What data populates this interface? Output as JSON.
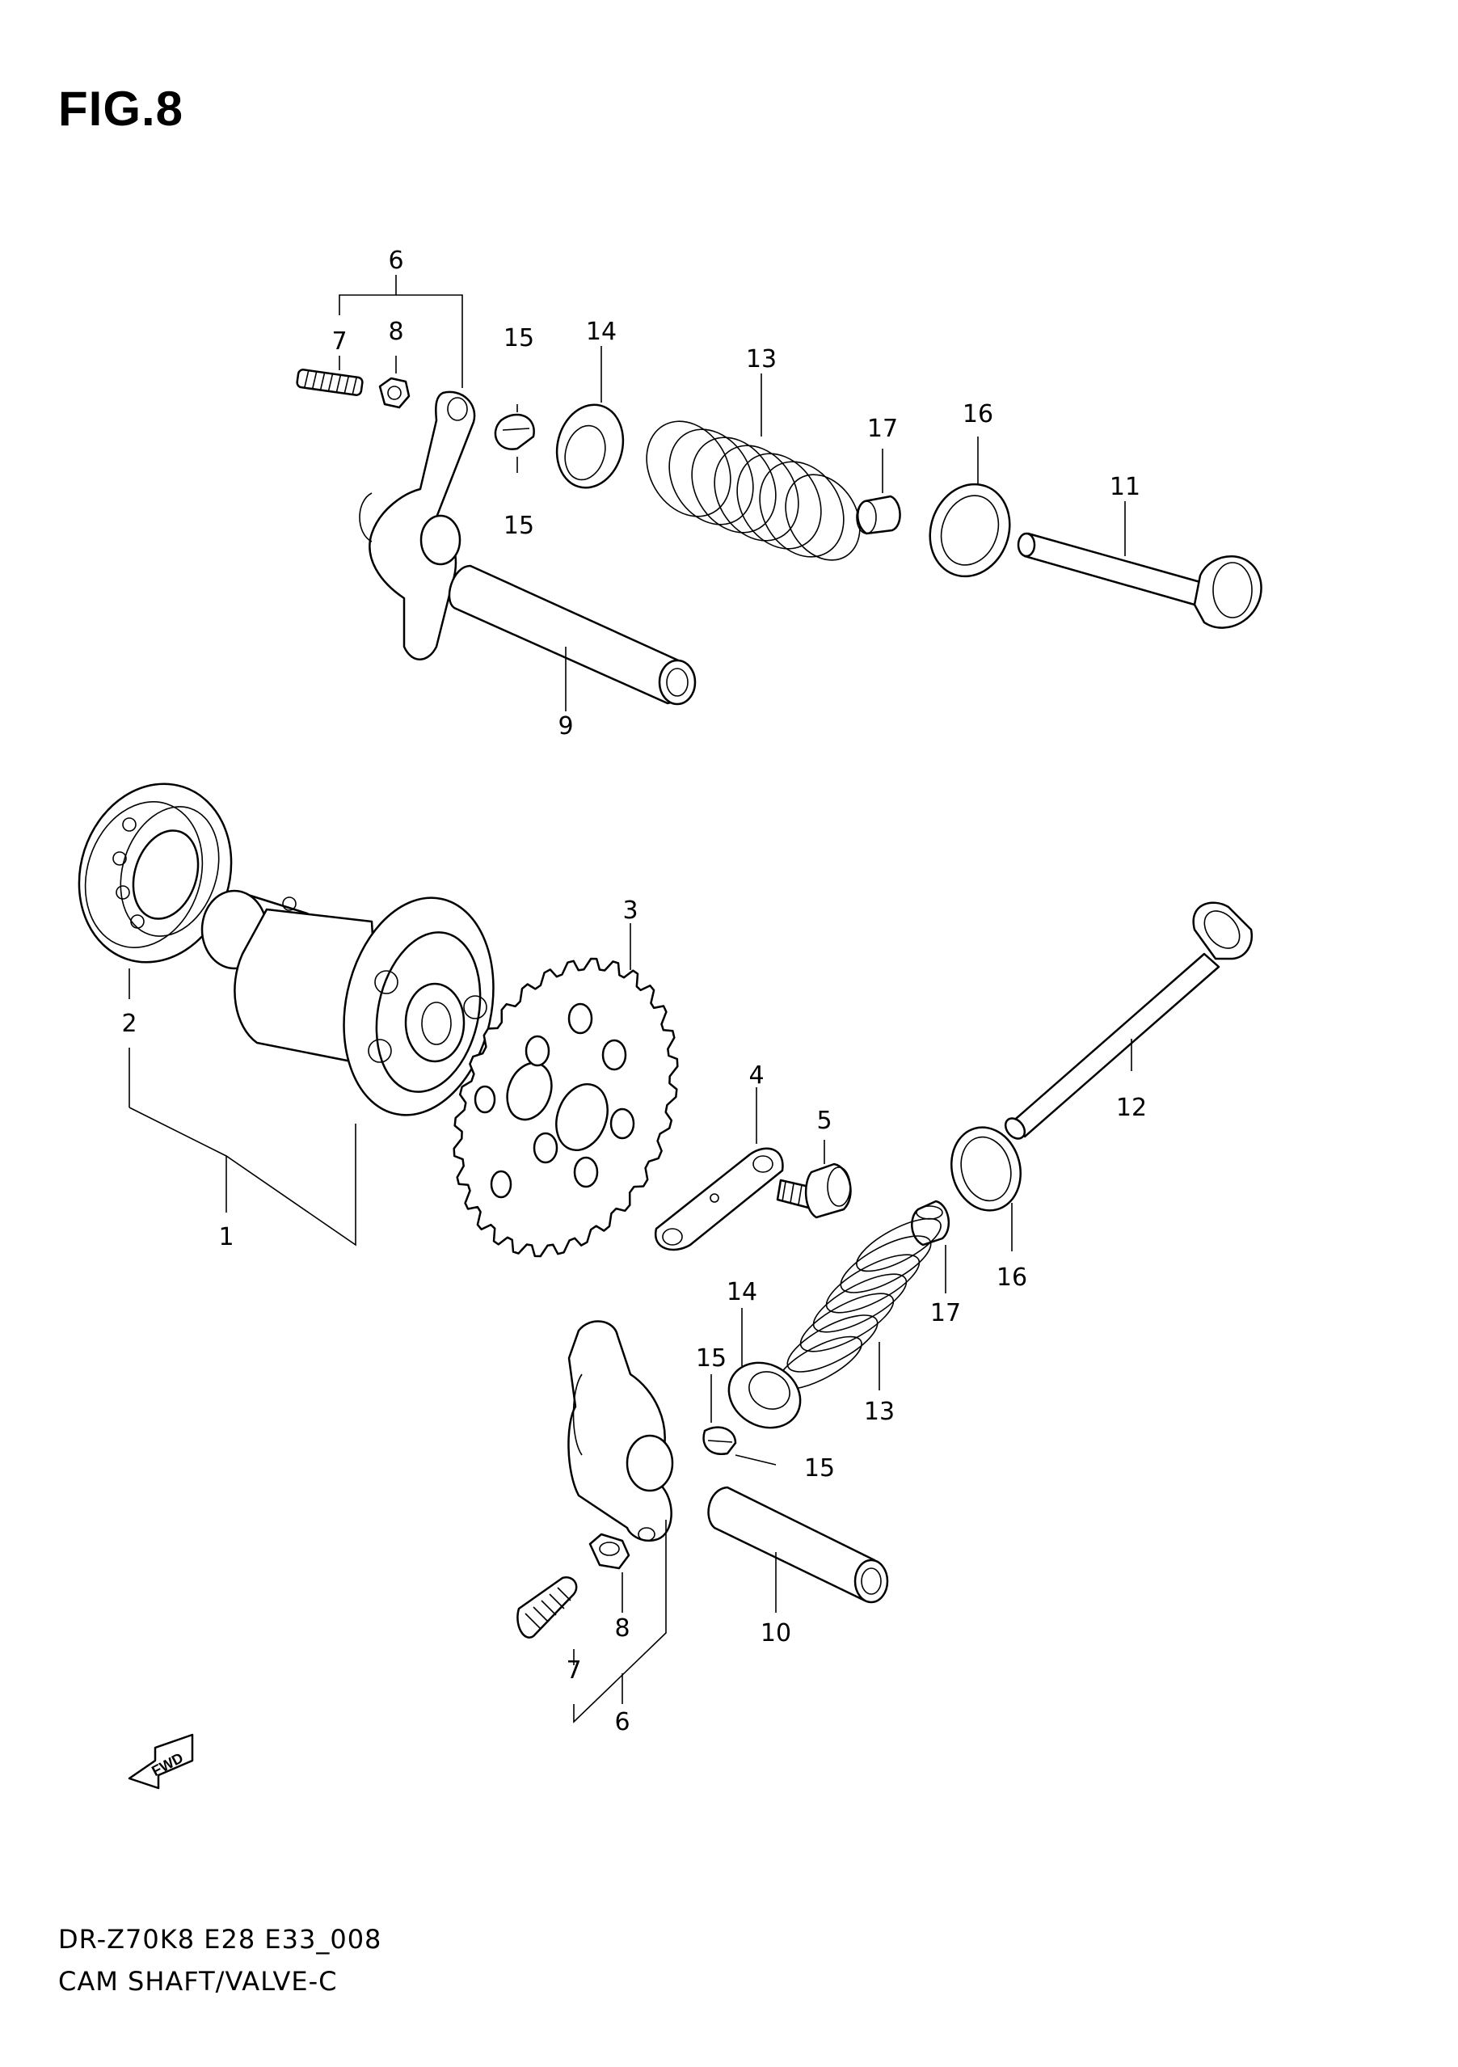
{
  "title": "FIG.8",
  "footer": {
    "code": "DR-Z70K8 E28 E33_008",
    "name": "CAM SHAFT/VALVE-C"
  },
  "fwd_arrow_label": "FWD",
  "callouts": {
    "top": {
      "c6": "6",
      "c7": "7",
      "c8": "8",
      "c15a": "15",
      "c14": "14",
      "c13": "13",
      "c17": "17",
      "c16": "16",
      "c15b": "15",
      "c11": "11",
      "c9": "9"
    },
    "bottom": {
      "c3": "3",
      "c2": "2",
      "c1": "1",
      "c4": "4",
      "c5": "5",
      "c12": "12",
      "c16": "16",
      "c17": "17",
      "c14": "14",
      "c15a": "15",
      "c13": "13",
      "c15b": "15",
      "c8": "8",
      "c10": "10",
      "c7": "7",
      "c6": "6"
    }
  }
}
